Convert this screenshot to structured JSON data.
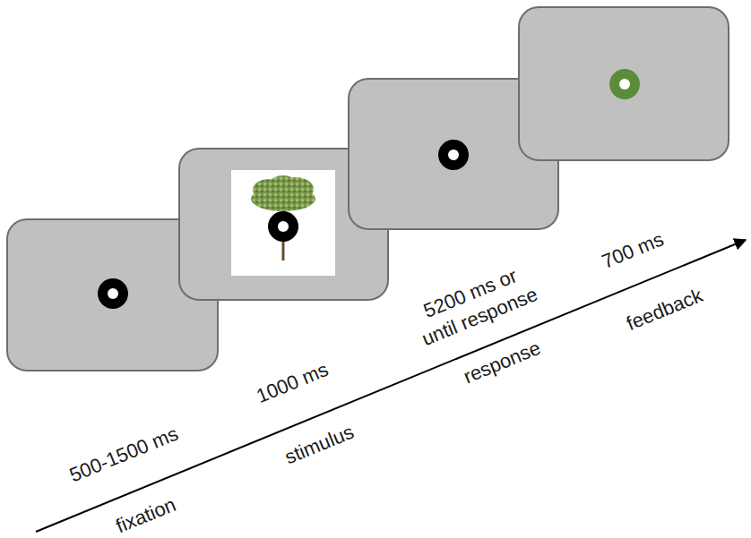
{
  "diagram": {
    "labels": [
      "500-1500 ms",
      "fixation",
      "1000 ms",
      "stimulus",
      "5200 ms or until response",
      "response",
      "700 ms",
      "feedback"
    ]
  }
}
